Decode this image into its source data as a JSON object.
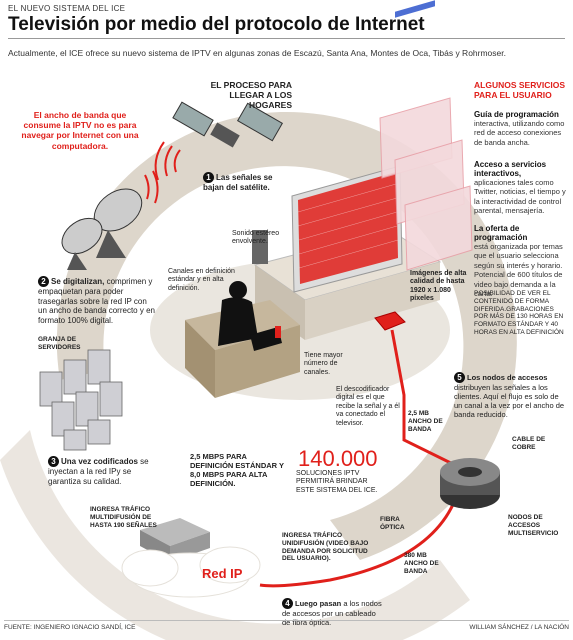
{
  "header": {
    "kicker": "EL NUEVO SISTEMA DEL ICE",
    "title": "Televisión por medio del protocolo de Internet",
    "intro": "Actualmente, el ICE ofrece su nuevo sistema de IPTV en algunas zonas de Escazú, Santa Ana, Montes de Oca, Tibás y Rohrmoser."
  },
  "callout_left": {
    "text": "El ancho de banda que consume la IPTV no es para navegar por Internet con una computadora."
  },
  "process": {
    "title_line1": "EL PROCESO PARA",
    "title_line2": "LLEGAR A LOS HOGARES"
  },
  "steps": [
    {
      "num": "1",
      "bold": "Las señales se",
      "bold2": "bajan del satélite.",
      "rest": ""
    },
    {
      "num": "2",
      "bold": "Se digitalizan,",
      "rest": "comprimen y empaquetan para poder trasegarlas sobre la red IP con un ancho de banda correcto y en formato 100% digital."
    },
    {
      "num": "3",
      "bold": "Una vez codificados",
      "rest": "se inyectan a la red IPy se garantiza su calidad."
    },
    {
      "num": "4",
      "bold": "Luego pasan",
      "rest": "a los nodos de accesos por un cableado de fibra óptica."
    },
    {
      "num": "5",
      "bold": "Los nodos de accesos",
      "rest": "distribuyen las señales a los clientes. Aquí el flujo es solo de un canal a la vez por el ancho de banda reducido."
    }
  ],
  "labels": {
    "servers": "GRANJA DE SERVIDORES",
    "sound": "Sonido estéreo envolvente.",
    "channels": "Canales en definición estándar y en alta definición.",
    "more_channels": "Tiene mayor número de canales.",
    "images": "Imágenes de alta calidad de hasta 1920 x 1.080 píxeles",
    "decoder": "El descodificador digital es el que recibe la señal y a él va conectado el televisor.",
    "bandwidth_mid": "2,5 MBPS PARA DEFINICIÓN ESTÁNDAR Y 8,0 MBPS PARA ALTA DEFINICIÓN.",
    "solutions_num": "140.000",
    "solutions_text": "SOLUCIONES IPTV PERMITIRÁ BRINDAR ESTE SISTEMA DEL ICE.",
    "multicast": "INGRESA TRÁFICO MULTIDIFUSIÓN DE HASTA 190 SEÑALES",
    "unicast": "INGRESA TRÁFICO UNIDIFUSIÓN (VIDEO BAJO DEMANDA POR SOLICITUD DEL USUARIO).",
    "red_ip": "Red IP",
    "fiber": "FIBRA ÓPTICA",
    "mb380": "380 MB ANCHO DE BANDA",
    "mb25": "2,5 MB ANCHO DE BANDA",
    "copper": "CABLE DE COBRE",
    "nodes": "NODOS DE ACCESOS MULTISERVICIO",
    "vod": "POSIBILIDAD DE VER EL CONTENIDO DE FORMA DIFERIDA.GRABACIONES POR MÁS DE 130 HORAS EN FORMATO ESTÁNDAR Y 40 HORAS EN ALTA DEFINICIÓN"
  },
  "services": {
    "title_line1": "ALGUNOS SERVICIOS",
    "title_line2": "PARA EL USUARIO",
    "items": [
      {
        "title": "Guía de programación",
        "desc": "interactiva, utilizando como red de acceso conexiones de banda ancha."
      },
      {
        "title": "Acceso a servicios interactivos,",
        "desc": "aplicaciones tales como Twitter, noticias, el tiempo y la interactividad de control parental, mensajería."
      },
      {
        "title": "La oferta de programación",
        "desc": "está organizada por temas que el usuario selecciona según su interés y horario. Potencial de 600 títulos de video bajo demanda a la carta."
      }
    ]
  },
  "footer": {
    "source": "FUENTE: INGENIERO IGNACIO SANDÍ, ICE",
    "credit": "WILLIAM SÁNCHEZ / LA NACIÓN"
  },
  "colors": {
    "accent": "#e0201b",
    "ring": "#ddd6cb",
    "ink": "#111111"
  }
}
